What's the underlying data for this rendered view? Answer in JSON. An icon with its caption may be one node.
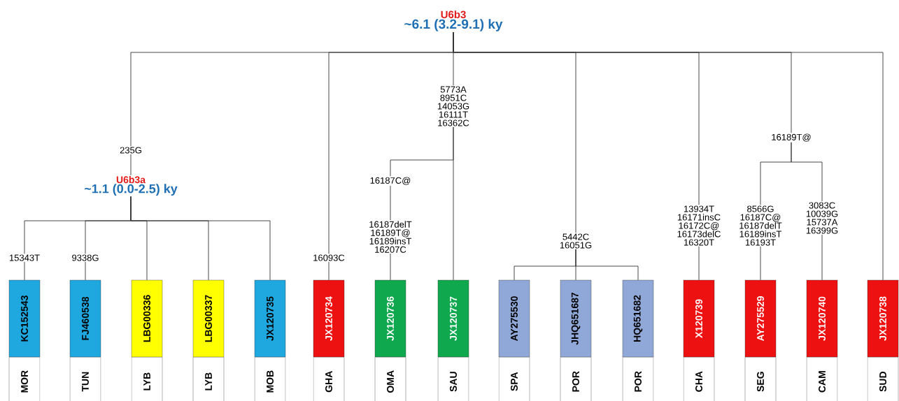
{
  "diagram": {
    "nodes": [
      {
        "text": [
          "U6b3",
          "~6.1 (3.2-9.1) ky"
        ]
      },
      {
        "text": [
          "235G"
        ]
      },
      {
        "text": [
          "U6b3a",
          "~1.1 (0.0-2.5) ky"
        ]
      },
      {
        "text": [
          "15343T"
        ]
      },
      {
        "text": [
          "9338G"
        ]
      },
      {
        "text": [
          "KC152543",
          "MOR"
        ]
      },
      {
        "text": [
          "FJ460538",
          "TUN"
        ]
      },
      {
        "text": [
          "LBG00336",
          "LYB"
        ]
      },
      {
        "text": [
          "LBG00337",
          "LYB"
        ]
      },
      {
        "text": [
          "JX120735",
          "MOB"
        ]
      },
      {
        "text": [
          "16093C"
        ]
      },
      {
        "text": [
          "JX120734",
          "GHA"
        ]
      },
      {
        "text": [
          "5773A 8951C 14053G 16111T 16362C"
        ]
      },
      {
        "text": [
          "16187C@"
        ]
      },
      {
        "text": [
          "16187delT 16189T@ 16189insT 16207C"
        ]
      },
      {
        "text": [
          "JX120736",
          "OMA"
        ]
      },
      {
        "text": [
          "JX120737",
          "SAU"
        ]
      },
      {
        "text": [
          "5442C 16051G"
        ]
      },
      {
        "text": [
          "AY275530",
          "SPA"
        ]
      },
      {
        "text": [
          "JHQ651687",
          "POR"
        ]
      },
      {
        "text": [
          "HQ651682",
          "POR"
        ]
      },
      {
        "text": [
          "13934T 16171insC 16172C@ 16173delC 16320T"
        ]
      },
      {
        "text": [
          "X120739",
          "CHA"
        ]
      },
      {
        "text": [
          "16189T@"
        ]
      },
      {
        "text": [
          "8566G 16187C@ 16187delT 16189insT 16193T"
        ]
      },
      {
        "text": [
          "AY275529",
          "SEG"
        ]
      },
      {
        "text": [
          "3083C 10039G 15737A 16399G"
        ]
      },
      {
        "text": [
          "JX120740",
          "CAM"
        ]
      },
      {
        "text": [
          "JX120738",
          "SUD"
        ]
      }
    ],
    "edges": [
      {
        "from": 0,
        "to": 1,
        "arrow": "none"
      },
      {
        "from": 1,
        "to": 2,
        "arrow": "none"
      },
      {
        "from": 2,
        "to": 3,
        "arrow": "none"
      },
      {
        "from": 3,
        "to": 5,
        "arrow": "none"
      },
      {
        "from": 2,
        "to": 4,
        "arrow": "none"
      },
      {
        "from": 4,
        "to": 6,
        "arrow": "none"
      },
      {
        "from": 2,
        "to": 7,
        "arrow": "none"
      },
      {
        "from": 2,
        "to": 8,
        "arrow": "none"
      },
      {
        "from": 2,
        "to": 9,
        "arrow": "none"
      },
      {
        "from": 0,
        "to": 10,
        "arrow": "none"
      },
      {
        "from": 10,
        "to": 11,
        "arrow": "none"
      },
      {
        "from": 0,
        "to": 12,
        "arrow": "none"
      },
      {
        "from": 12,
        "to": 13,
        "arrow": "none"
      },
      {
        "from": 13,
        "to": 14,
        "arrow": "none"
      },
      {
        "from": 14,
        "to": 15,
        "arrow": "none"
      },
      {
        "from": 12,
        "to": 16,
        "arrow": "none"
      },
      {
        "from": 0,
        "to": 17,
        "arrow": "none"
      },
      {
        "from": 17,
        "to": 18,
        "arrow": "none"
      },
      {
        "from": 17,
        "to": 19,
        "arrow": "none"
      },
      {
        "from": 17,
        "to": 20,
        "arrow": "none"
      },
      {
        "from": 0,
        "to": 21,
        "arrow": "none"
      },
      {
        "from": 21,
        "to": 22,
        "arrow": "none"
      },
      {
        "from": 0,
        "to": 23,
        "arrow": "none"
      },
      {
        "from": 23,
        "to": 24,
        "arrow": "none"
      },
      {
        "from": 24,
        "to": 25,
        "arrow": "none"
      },
      {
        "from": 23,
        "to": 26,
        "arrow": "none"
      },
      {
        "from": 26,
        "to": 27,
        "arrow": "none"
      },
      {
        "from": 0,
        "to": 28,
        "arrow": "none"
      }
    ]
  }
}
